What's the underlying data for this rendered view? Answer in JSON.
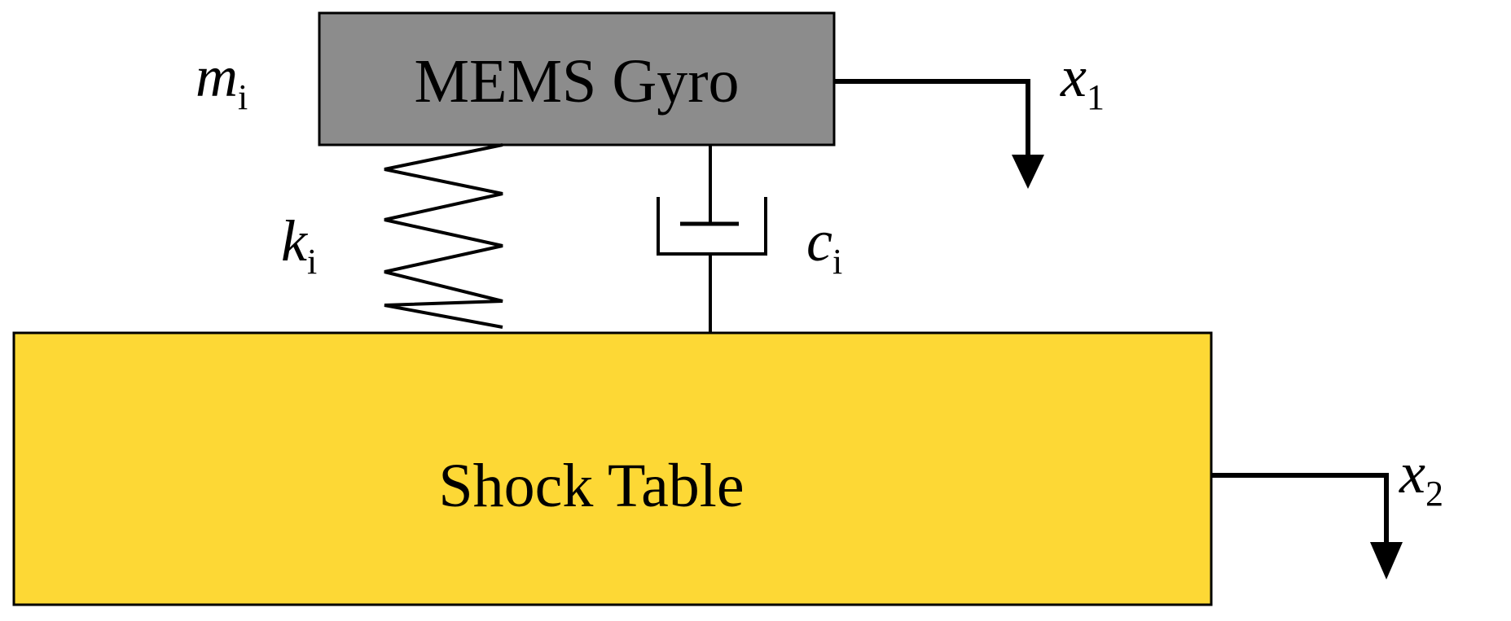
{
  "gyro": {
    "label": "MEMS Gyro",
    "fill": "#8c8c8c"
  },
  "table": {
    "label": "Shock Table",
    "fill": "#fdd835"
  },
  "symbols": {
    "mass": {
      "base": "m",
      "sub": "i"
    },
    "spring": {
      "base": "k",
      "sub": "i"
    },
    "damper": {
      "base": "c",
      "sub": "i"
    },
    "x1": {
      "base": "x",
      "sub": "1"
    },
    "x2": {
      "base": "x",
      "sub": "2"
    }
  }
}
